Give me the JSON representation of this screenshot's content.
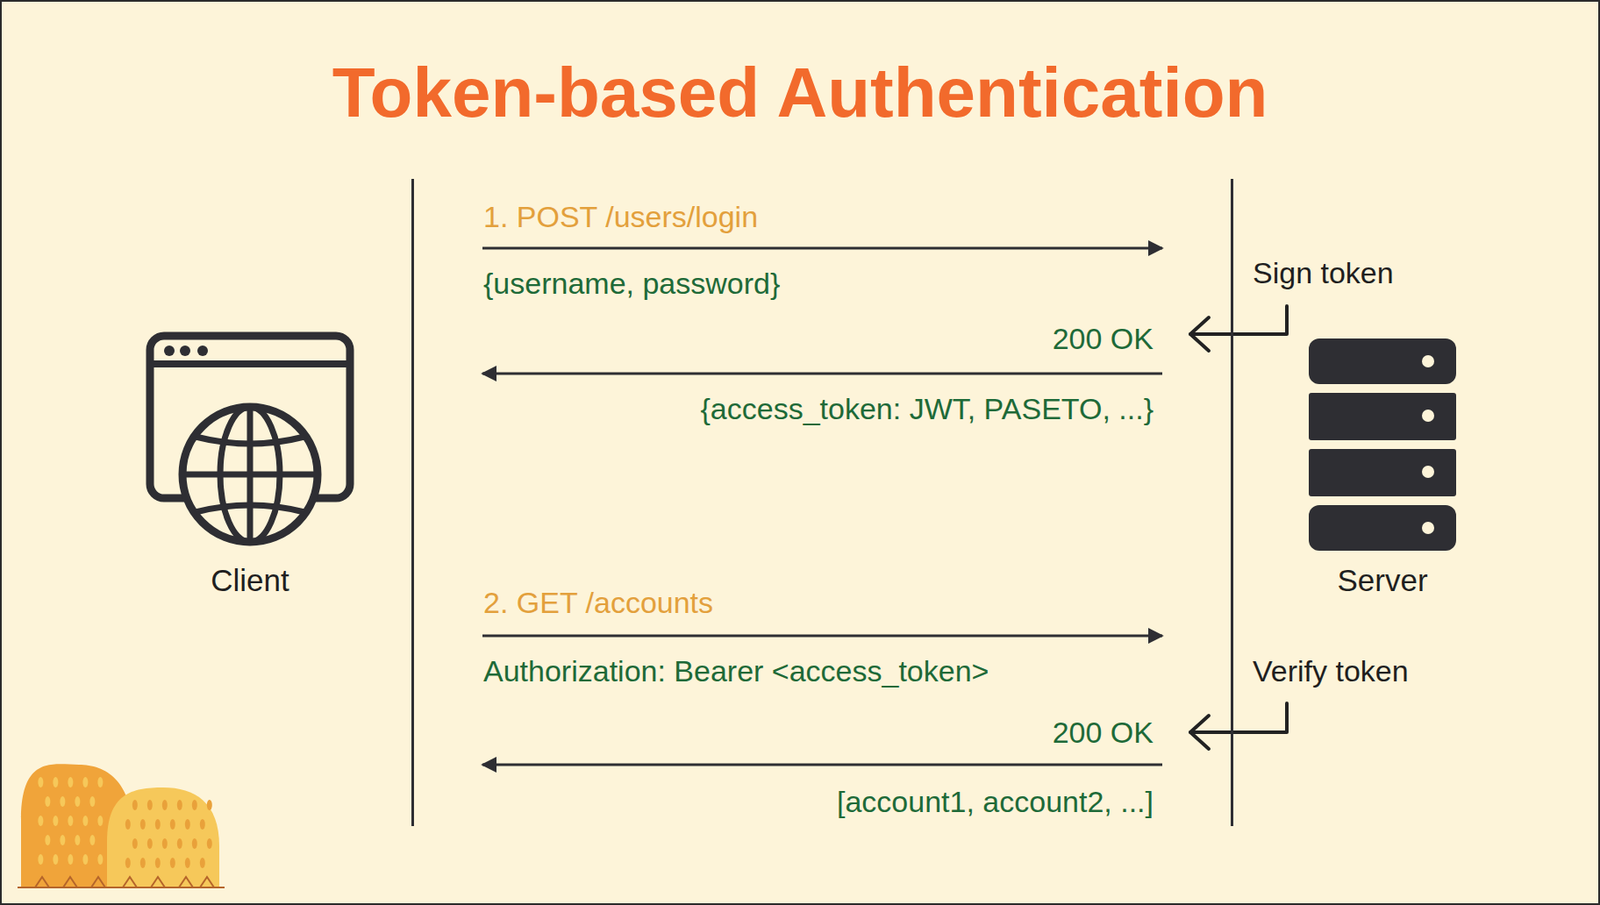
{
  "diagram": {
    "title": "Token-based Authentication",
    "nodes": [
      {
        "text": [
          "Client"
        ]
      },
      {
        "text": [
          "Server"
        ]
      }
    ],
    "edges": [
      {
        "from": 0,
        "to": 1,
        "arrow": "to",
        "label": "1. POST /users/login"
      },
      {
        "from": 1,
        "to": 0,
        "arrow": "to",
        "label": "200 OK"
      },
      {
        "from": 0,
        "to": 1,
        "arrow": "to",
        "label": "2. GET /accounts"
      },
      {
        "from": 1,
        "to": 0,
        "arrow": "to",
        "label": "200 OK"
      }
    ],
    "labels": [
      "{username, password}",
      "{access_token: JWT, PASETO, ...}",
      "Sign token",
      "Authorization: Bearer <access_token>",
      "[account1, account2, ...]",
      "Verify token"
    ]
  }
}
